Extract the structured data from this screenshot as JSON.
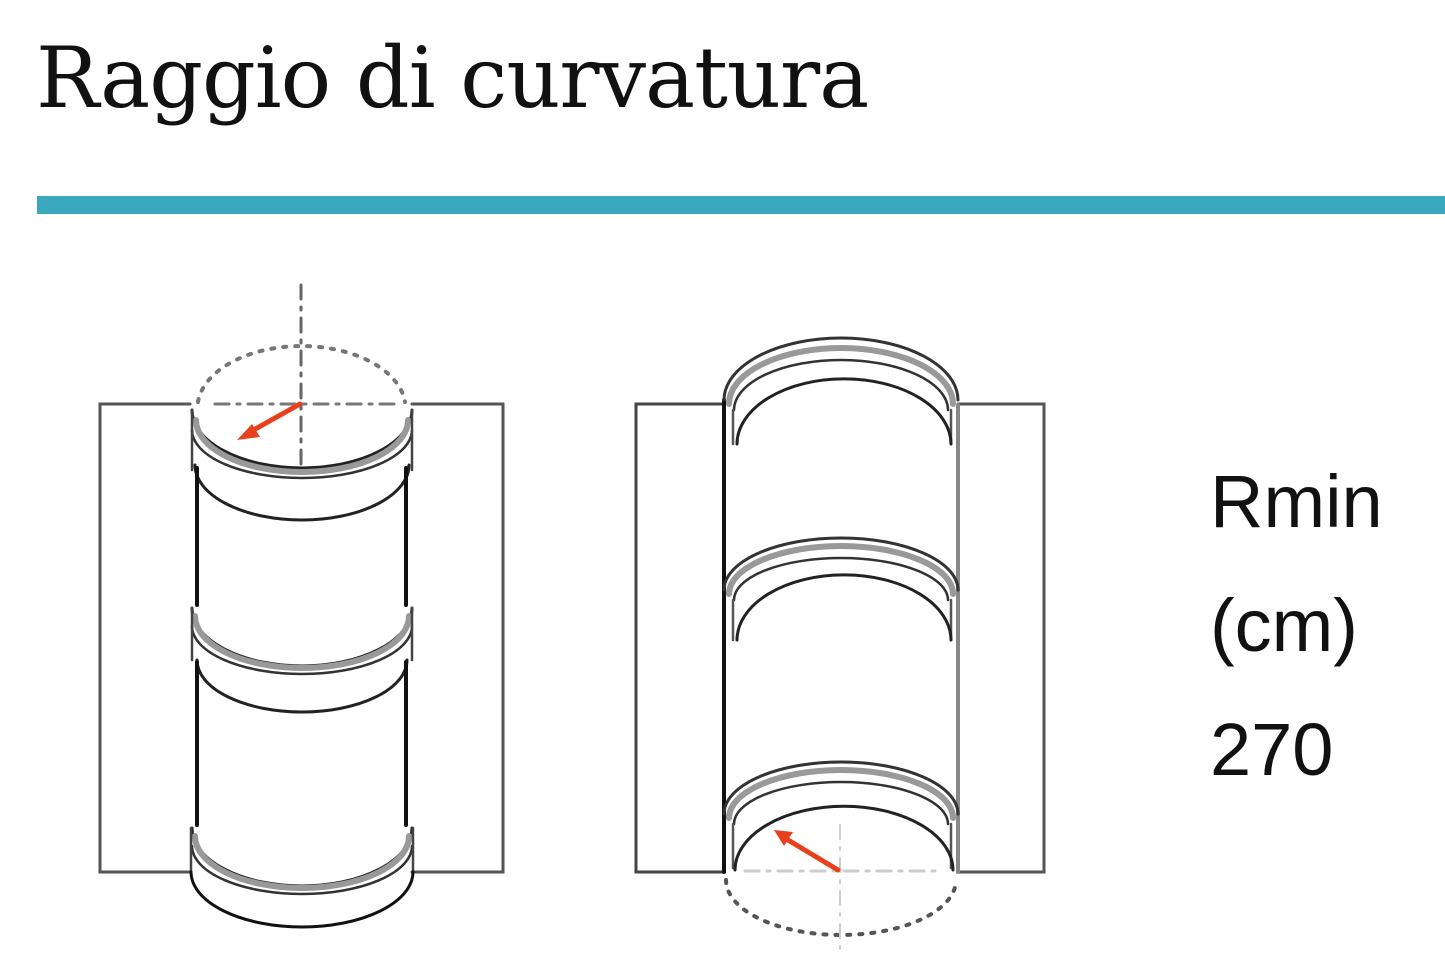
{
  "header": {
    "title": "Raggio di curvatura",
    "accent_color": "#3aa9bd"
  },
  "diagrams": [
    {
      "name": "convex-curvature",
      "label": "",
      "arrow_color": "#e8401c"
    },
    {
      "name": "concave-curvature",
      "label": "",
      "arrow_color": "#e8401c"
    }
  ],
  "spec": {
    "label": "Rmin",
    "unit": "(cm)",
    "value": "270"
  }
}
